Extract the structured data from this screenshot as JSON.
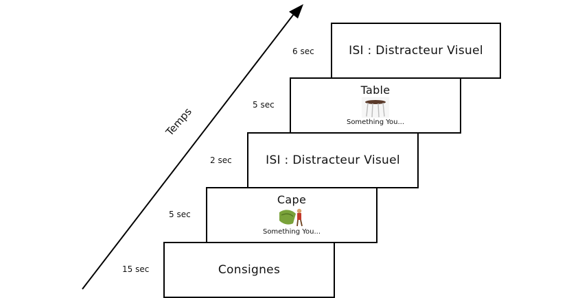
{
  "axis": {
    "label": "Temps"
  },
  "steps": [
    {
      "duration": "15 sec",
      "title": "Consignes"
    },
    {
      "duration": "5 sec",
      "title": "Cape",
      "caption": "Something You...",
      "image_icon": "cape-picture-icon"
    },
    {
      "duration": "2 sec",
      "title": "ISI : Distracteur Visuel"
    },
    {
      "duration": "5 sec",
      "title": "Table",
      "caption": "Something You...",
      "image_icon": "table-picture-icon"
    },
    {
      "duration": "6 sec",
      "title": "ISI : Distracteur Visuel"
    }
  ]
}
